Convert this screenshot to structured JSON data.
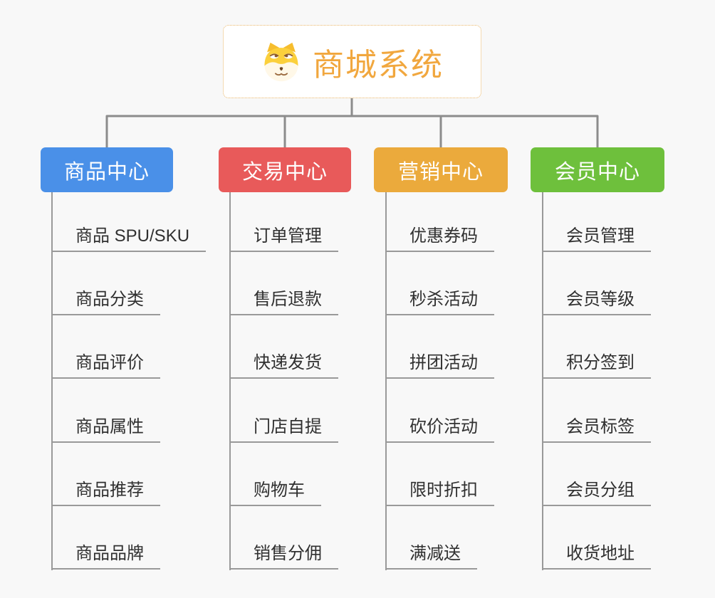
{
  "root": {
    "title": "商城系统",
    "icon": "doge-icon",
    "title_color": "#f1a73e",
    "border_color": "#e9b566"
  },
  "branches": [
    {
      "label": "商品中心",
      "color": "#4a90e8",
      "children": [
        "商品 SPU/SKU",
        "商品分类",
        "商品评价",
        "商品属性",
        "商品推荐",
        "商品品牌"
      ]
    },
    {
      "label": "交易中心",
      "color": "#e85a5a",
      "children": [
        "订单管理",
        "售后退款",
        "快递发货",
        "门店自提",
        "购物车",
        "销售分佣"
      ]
    },
    {
      "label": "营销中心",
      "color": "#ebaa3c",
      "children": [
        "优惠券码",
        "秒杀活动",
        "拼团活动",
        "砍价活动",
        "限时折扣",
        "满减送"
      ]
    },
    {
      "label": "会员中心",
      "color": "#6ec03c",
      "children": [
        "会员管理",
        "会员等级",
        "积分签到",
        "会员标签",
        "会员分组",
        "收货地址"
      ]
    }
  ],
  "connector_color": "#8c8c8c",
  "line_color": "#999999"
}
